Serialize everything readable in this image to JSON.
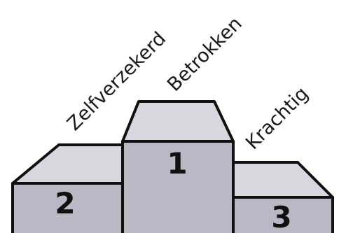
{
  "podium": {
    "places": [
      {
        "rank_text": "1",
        "label": "Betrokken"
      },
      {
        "rank_text": "2",
        "label": "Zelfverzekerd"
      },
      {
        "rank_text": "3",
        "label": "Krachtig"
      }
    ]
  },
  "colors": {
    "block_front": "#b9b8c4",
    "block_top": "#d8d7e0",
    "outline": "#111111",
    "background": "#ffffff"
  }
}
